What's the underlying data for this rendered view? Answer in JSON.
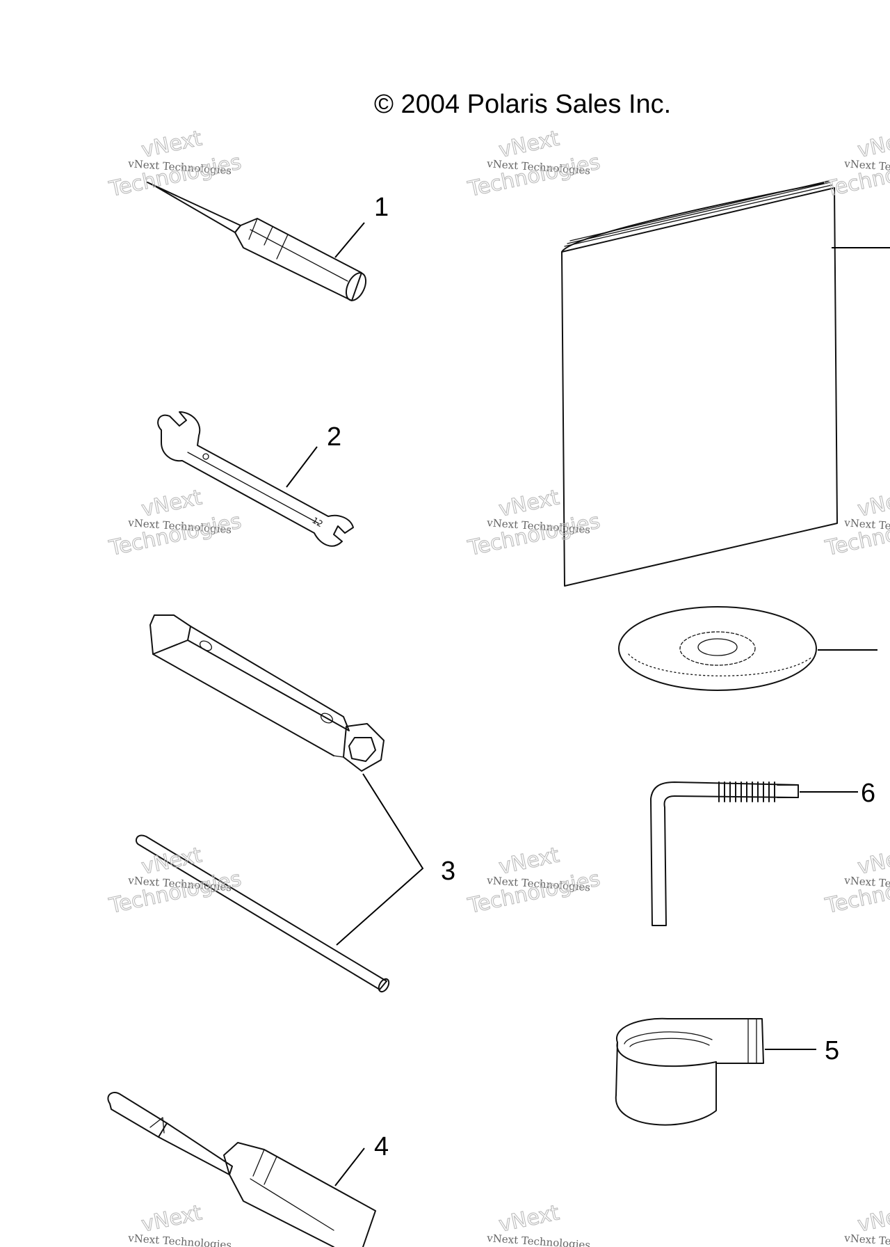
{
  "header": {
    "copyright": "© 2004 Polaris Sales Inc."
  },
  "callouts": {
    "c1": "1",
    "c2": "2",
    "c3": "3",
    "c4": "4",
    "c5": "5",
    "c6": "6"
  },
  "watermark": {
    "line1": "vNext",
    "line2": "vNext Technologies",
    "line3": "Technologies"
  },
  "colors": {
    "ink": "#111111",
    "watermark": "#bbbbbb",
    "background": "#ffffff"
  }
}
